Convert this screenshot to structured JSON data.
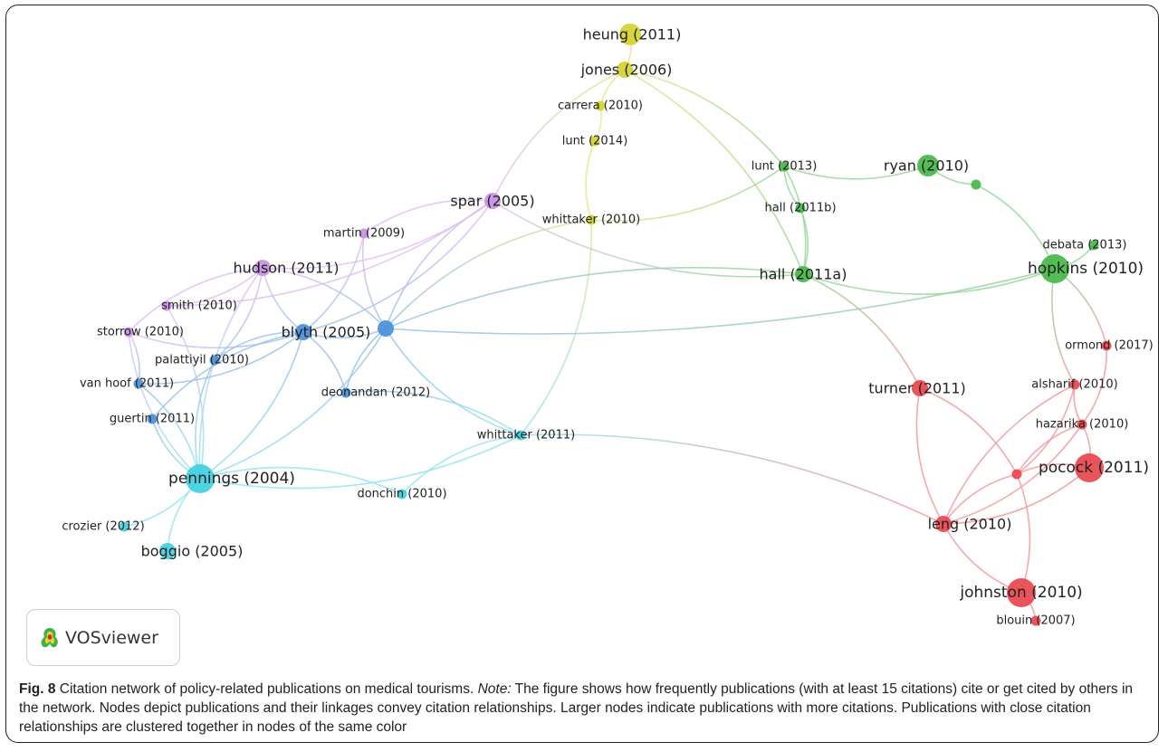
{
  "logo": {
    "text": "VOSviewer"
  },
  "caption": {
    "label": "Fig. 8",
    "title": "Citation network of policy-related publications on medical tourisms.",
    "note_label": "Note:",
    "note": "The figure shows how frequently publications (with at least 15 citations) cite or get cited by others in the network. Nodes depict publications and their linkages convey citation relationships. Larger nodes indicate publications with more citations. Publications with close citation relationships are clustered together in nodes of the same color"
  },
  "clusters": {
    "red": "#e8474e",
    "green": "#47b749",
    "blue": "#4a90d9",
    "cyan": "#3fd0e0",
    "yellow": "#d4d32e",
    "purple": "#c790e3"
  },
  "network": {
    "nodes": [
      {
        "id": "heung",
        "label": "heung (2011)",
        "cluster": "yellow",
        "size": "large"
      },
      {
        "id": "jones",
        "label": "jones (2006)",
        "cluster": "yellow",
        "size": "medium"
      },
      {
        "id": "carrera",
        "label": "carrera (2010)",
        "cluster": "yellow",
        "size": "small"
      },
      {
        "id": "lunt2014",
        "label": "lunt (2014)",
        "cluster": "yellow",
        "size": "small"
      },
      {
        "id": "whittaker2010",
        "label": "whittaker (2010)",
        "cluster": "yellow",
        "size": "small"
      },
      {
        "id": "spar",
        "label": "spar (2005)",
        "cluster": "purple",
        "size": "medium"
      },
      {
        "id": "martin",
        "label": "martin (2009)",
        "cluster": "purple",
        "size": "small"
      },
      {
        "id": "hudson",
        "label": "hudson (2011)",
        "cluster": "purple",
        "size": "medium"
      },
      {
        "id": "smith",
        "label": "smith (2010)",
        "cluster": "purple",
        "size": "small"
      },
      {
        "id": "storrow",
        "label": "storrow (2010)",
        "cluster": "purple",
        "size": "small"
      },
      {
        "id": "blyth",
        "label": "blyth (2005)",
        "cluster": "blue",
        "size": "medium"
      },
      {
        "id": "bluehub",
        "label": "",
        "cluster": "blue",
        "size": "medium"
      },
      {
        "id": "palattiyil",
        "label": "palattiyil (2010)",
        "cluster": "blue",
        "size": "small"
      },
      {
        "id": "vanhoof",
        "label": "van hoof (2011)",
        "cluster": "blue",
        "size": "small"
      },
      {
        "id": "guertin",
        "label": "guertin (2011)",
        "cluster": "blue",
        "size": "small"
      },
      {
        "id": "deonandan",
        "label": "deonandan (2012)",
        "cluster": "blue",
        "size": "small"
      },
      {
        "id": "pennings",
        "label": "pennings (2004)",
        "cluster": "cyan",
        "size": "xlarge"
      },
      {
        "id": "whittaker2011",
        "label": "whittaker (2011)",
        "cluster": "cyan",
        "size": "small"
      },
      {
        "id": "donchin",
        "label": "donchin (2010)",
        "cluster": "cyan",
        "size": "small"
      },
      {
        "id": "crozier",
        "label": "crozier (2012)",
        "cluster": "cyan",
        "size": "small"
      },
      {
        "id": "boggio",
        "label": "boggio (2005)",
        "cluster": "cyan",
        "size": "medium"
      },
      {
        "id": "lunt2013",
        "label": "lunt (2013)",
        "cluster": "green",
        "size": "small"
      },
      {
        "id": "ryan",
        "label": "ryan (2010)",
        "cluster": "green",
        "size": "large"
      },
      {
        "id": "greensmall",
        "label": "",
        "cluster": "green",
        "size": "small"
      },
      {
        "id": "hall2011b",
        "label": "hall (2011b)",
        "cluster": "green",
        "size": "small"
      },
      {
        "id": "hall2011a",
        "label": "hall (2011a)",
        "cluster": "green",
        "size": "medium"
      },
      {
        "id": "hopkins",
        "label": "hopkins (2010)",
        "cluster": "green",
        "size": "xlarge"
      },
      {
        "id": "debata",
        "label": "debata (2013)",
        "cluster": "green",
        "size": "small"
      },
      {
        "id": "turner",
        "label": "turner (2011)",
        "cluster": "red",
        "size": "medium"
      },
      {
        "id": "ormond",
        "label": "ormond (2017)",
        "cluster": "red",
        "size": "small"
      },
      {
        "id": "alsharif",
        "label": "alsharif (2010)",
        "cluster": "red",
        "size": "small"
      },
      {
        "id": "hazarika",
        "label": "hazarika (2010)",
        "cluster": "red",
        "size": "small"
      },
      {
        "id": "pocock",
        "label": "pocock (2011)",
        "cluster": "red",
        "size": "xlarge"
      },
      {
        "id": "redsmall",
        "label": "",
        "cluster": "red",
        "size": "small"
      },
      {
        "id": "leng",
        "label": "leng (2010)",
        "cluster": "red",
        "size": "medium"
      },
      {
        "id": "johnston",
        "label": "johnston (2010)",
        "cluster": "red",
        "size": "xlarge"
      },
      {
        "id": "blouin",
        "label": "blouin (2007)",
        "cluster": "red",
        "size": "small"
      }
    ],
    "edges": [
      [
        "heung",
        "jones"
      ],
      [
        "jones",
        "carrera"
      ],
      [
        "carrera",
        "lunt2014"
      ],
      [
        "lunt2014",
        "whittaker2010"
      ],
      [
        "jones",
        "lunt2013"
      ],
      [
        "jones",
        "spar"
      ],
      [
        "jones",
        "hall2011a"
      ],
      [
        "whittaker2010",
        "lunt2013"
      ],
      [
        "whittaker2010",
        "whittaker2011"
      ],
      [
        "whittaker2010",
        "bluehub"
      ],
      [
        "spar",
        "hudson"
      ],
      [
        "spar",
        "martin"
      ],
      [
        "spar",
        "blyth"
      ],
      [
        "spar",
        "hall2011a"
      ],
      [
        "spar",
        "smith"
      ],
      [
        "hudson",
        "blyth"
      ],
      [
        "hudson",
        "smith"
      ],
      [
        "hudson",
        "storrow"
      ],
      [
        "hudson",
        "palattiyil"
      ],
      [
        "hudson",
        "pennings"
      ],
      [
        "hudson",
        "bluehub"
      ],
      [
        "martin",
        "bluehub"
      ],
      [
        "martin",
        "blyth"
      ],
      [
        "storrow",
        "pennings"
      ],
      [
        "storrow",
        "vanhoof"
      ],
      [
        "storrow",
        "blyth"
      ],
      [
        "smith",
        "pennings"
      ],
      [
        "blyth",
        "bluehub"
      ],
      [
        "blyth",
        "deonandan"
      ],
      [
        "blyth",
        "palattiyil"
      ],
      [
        "blyth",
        "pennings"
      ],
      [
        "blyth",
        "guertin"
      ],
      [
        "blyth",
        "vanhoof"
      ],
      [
        "bluehub",
        "deonandan"
      ],
      [
        "bluehub",
        "pennings"
      ],
      [
        "bluehub",
        "whittaker2011"
      ],
      [
        "bluehub",
        "hall2011a"
      ],
      [
        "bluehub",
        "hopkins"
      ],
      [
        "bluehub",
        "spar"
      ],
      [
        "palattiyil",
        "pennings"
      ],
      [
        "vanhoof",
        "pennings"
      ],
      [
        "guertin",
        "pennings"
      ],
      [
        "deonandan",
        "whittaker2011"
      ],
      [
        "pennings",
        "whittaker2011"
      ],
      [
        "pennings",
        "donchin"
      ],
      [
        "pennings",
        "boggio"
      ],
      [
        "pennings",
        "crozier"
      ],
      [
        "whittaker2011",
        "donchin"
      ],
      [
        "whittaker2011",
        "leng"
      ],
      [
        "lunt2013",
        "ryan"
      ],
      [
        "lunt2013",
        "hall2011a"
      ],
      [
        "lunt2013",
        "hall2011b"
      ],
      [
        "hall2011b",
        "hall2011a"
      ],
      [
        "ryan",
        "greensmall"
      ],
      [
        "greensmall",
        "hopkins"
      ],
      [
        "hall2011a",
        "hopkins"
      ],
      [
        "hall2011a",
        "turner"
      ],
      [
        "hopkins",
        "debata"
      ],
      [
        "hopkins",
        "ormond"
      ],
      [
        "hopkins",
        "alsharif"
      ],
      [
        "turner",
        "redsmall"
      ],
      [
        "turner",
        "leng"
      ],
      [
        "ormond",
        "hazarika"
      ],
      [
        "alsharif",
        "hazarika"
      ],
      [
        "alsharif",
        "redsmall"
      ],
      [
        "alsharif",
        "leng"
      ],
      [
        "hazarika",
        "pocock"
      ],
      [
        "hazarika",
        "redsmall"
      ],
      [
        "hazarika",
        "leng"
      ],
      [
        "pocock",
        "redsmall"
      ],
      [
        "pocock",
        "leng"
      ],
      [
        "redsmall",
        "leng"
      ],
      [
        "redsmall",
        "johnston"
      ],
      [
        "leng",
        "johnston"
      ],
      [
        "johnston",
        "blouin"
      ]
    ]
  }
}
